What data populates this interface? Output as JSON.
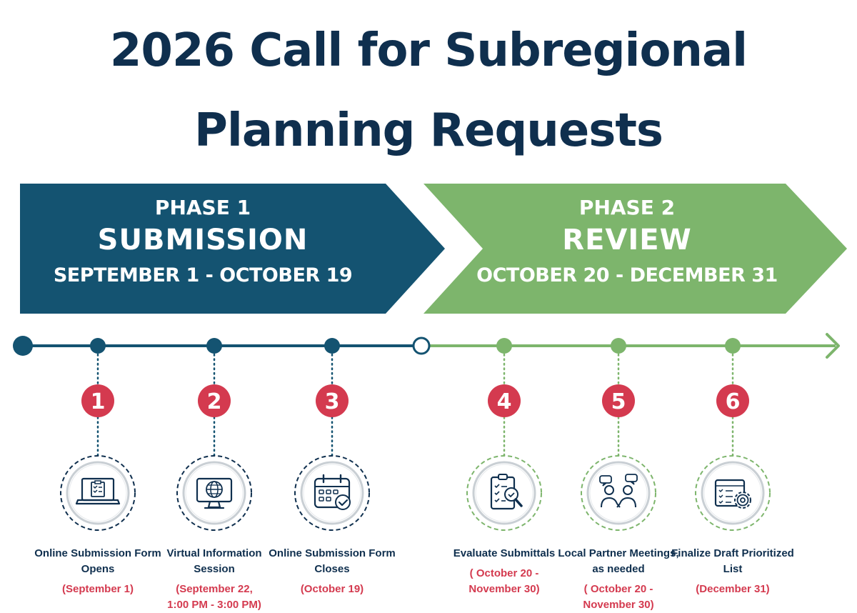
{
  "title_line1": "2026 Call for Subregional",
  "title_line2": "Planning Requests",
  "colors": {
    "navy": "#0f2f4e",
    "phase1": "#145371",
    "phase2": "#7db56c",
    "red": "#d43a4f"
  },
  "phases": [
    {
      "label": "PHASE 1",
      "name": "SUBMISSION",
      "dates": "SEPTEMBER 1 - OCTOBER 19"
    },
    {
      "label": "PHASE 2",
      "name": "REVIEW",
      "dates": "OCTOBER 20 - DECEMBER 31"
    }
  ],
  "steps": [
    {
      "number": "1",
      "label": "Online Submission Form Opens",
      "date": "(September 1)",
      "icon": "laptop-checklist-icon"
    },
    {
      "number": "2",
      "label": "Virtual Information Session",
      "date": "(September 22,\n1:00 PM - 3:00 PM)",
      "icon": "monitor-globe-icon"
    },
    {
      "number": "3",
      "label": "Online Submission Form Closes",
      "date": "(October 19)",
      "icon": "calendar-check-icon"
    },
    {
      "number": "4",
      "label": "Evaluate Submittals",
      "date": "( October 20 -\nNovember 30)",
      "icon": "clipboard-magnifier-icon"
    },
    {
      "number": "5",
      "label": "Local Partner Meetings, as needed",
      "date": "( October 20 -\nNovember 30)",
      "icon": "meeting-people-icon"
    },
    {
      "number": "6",
      "label": "Finalize Draft Prioritized List",
      "date": "(December 31)",
      "icon": "checklist-gear-icon"
    }
  ]
}
